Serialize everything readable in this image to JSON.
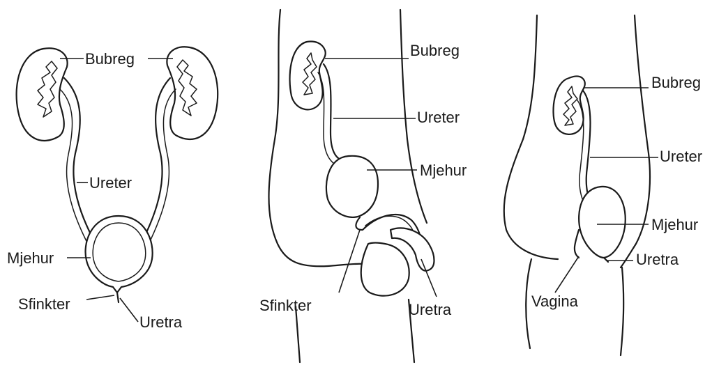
{
  "panels": {
    "front": {
      "labels": {
        "kidney": "Bubreg",
        "ureter": "Ureter",
        "bladder": "Mjehur",
        "sphincter": "Sfinkter",
        "urethra": "Uretra"
      }
    },
    "male": {
      "labels": {
        "kidney": "Bubreg",
        "ureter": "Ureter",
        "bladder": "Mjehur",
        "sphincter": "Sfinkter",
        "urethra": "Uretra"
      }
    },
    "female": {
      "labels": {
        "kidney": "Bubreg",
        "ureter": "Ureter",
        "bladder": "Mjehur",
        "urethra": "Uretra",
        "vagina": "Vagina"
      }
    }
  }
}
